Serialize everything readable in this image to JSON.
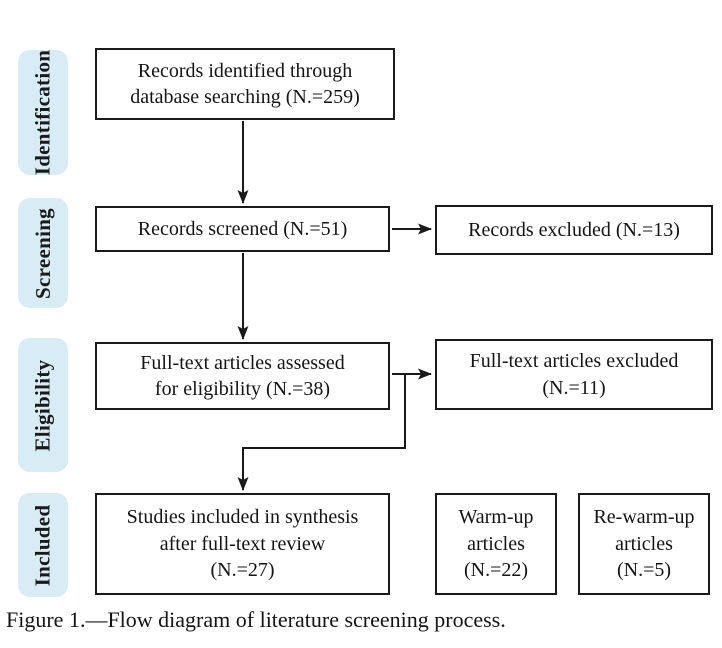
{
  "figure": {
    "caption": "Figure 1.—Flow diagram of literature screening process."
  },
  "stages": [
    {
      "label": "Identification"
    },
    {
      "label": "Screening"
    },
    {
      "label": "Eligibility"
    },
    {
      "label": "Included"
    }
  ],
  "boxes": {
    "identified": {
      "lines": [
        "Records identified through",
        "database searching (N.=259)"
      ]
    },
    "screened": {
      "lines": [
        "Records screened (N.=51)"
      ]
    },
    "records_excluded": {
      "lines": [
        "Records excluded (N.=13)"
      ]
    },
    "fulltext_assessed": {
      "lines": [
        "Full-text articles assessed",
        "for eligibility (N.=38)"
      ]
    },
    "fulltext_excluded": {
      "lines": [
        "Full-text articles excluded",
        "(N.=11)"
      ]
    },
    "included": {
      "lines": [
        "Studies included in synthesis",
        "after full-text review",
        "(N.=27)"
      ]
    },
    "warmup": {
      "lines": [
        "Warm-up",
        "articles",
        "(N.=22)"
      ]
    },
    "rewarmup": {
      "lines": [
        "Re-warm-up",
        "articles",
        "(N.=5)"
      ]
    }
  },
  "colors": {
    "stage_fill": "#d8ecf6",
    "line": "#1a1a1a",
    "text": "#141414",
    "background": "#ffffff"
  }
}
